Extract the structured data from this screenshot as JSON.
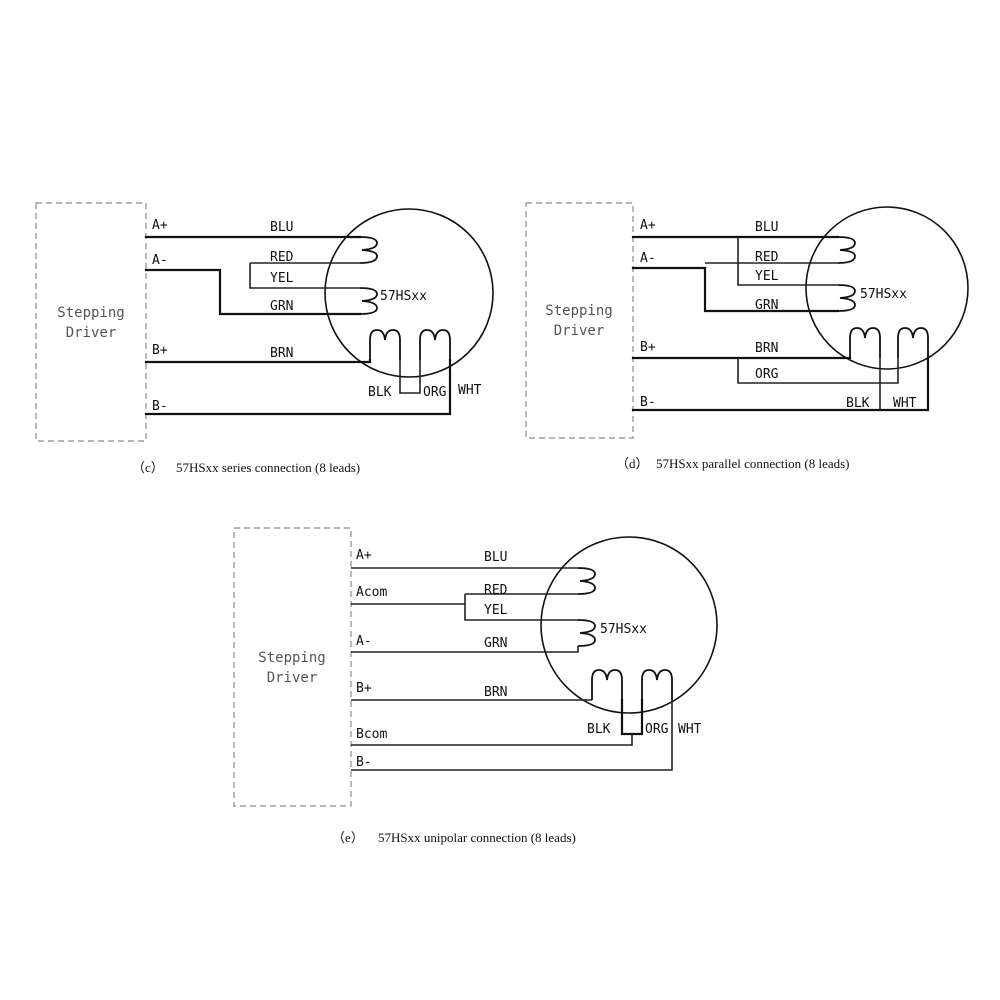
{
  "diagrams": [
    {
      "id": "c",
      "driver_label": [
        "Stepping",
        "Driver"
      ],
      "terminals": [
        "A+",
        "A-",
        "B+",
        "B-"
      ],
      "wires": [
        "BLU",
        "RED",
        "YEL",
        "GRN",
        "BRN",
        "BLK",
        "ORG",
        "WHT"
      ],
      "motor_label": "57HSxx",
      "caption_tag": "（c）",
      "caption_text": "57HSxx series connection (8 leads)"
    },
    {
      "id": "d",
      "driver_label": [
        "Stepping",
        "Driver"
      ],
      "terminals": [
        "A+",
        "A-",
        "B+",
        "B-"
      ],
      "wires": [
        "BLU",
        "RED",
        "YEL",
        "GRN",
        "BRN",
        "ORG",
        "BLK",
        "WHT"
      ],
      "motor_label": "57HSxx",
      "caption_tag": "（d）",
      "caption_text": "57HSxx parallel connection (8 leads)"
    },
    {
      "id": "e",
      "driver_label": [
        "Stepping",
        "Driver"
      ],
      "terminals": [
        "A+",
        "Acom",
        "A-",
        "B+",
        "Bcom",
        "B-"
      ],
      "wires": [
        "BLU",
        "RED",
        "YEL",
        "GRN",
        "BRN",
        "BLK",
        "ORG",
        "WHT"
      ],
      "motor_label": "57HSxx",
      "caption_tag": "（e）",
      "caption_text": "57HSxx unipolar connection (8 leads)"
    }
  ]
}
